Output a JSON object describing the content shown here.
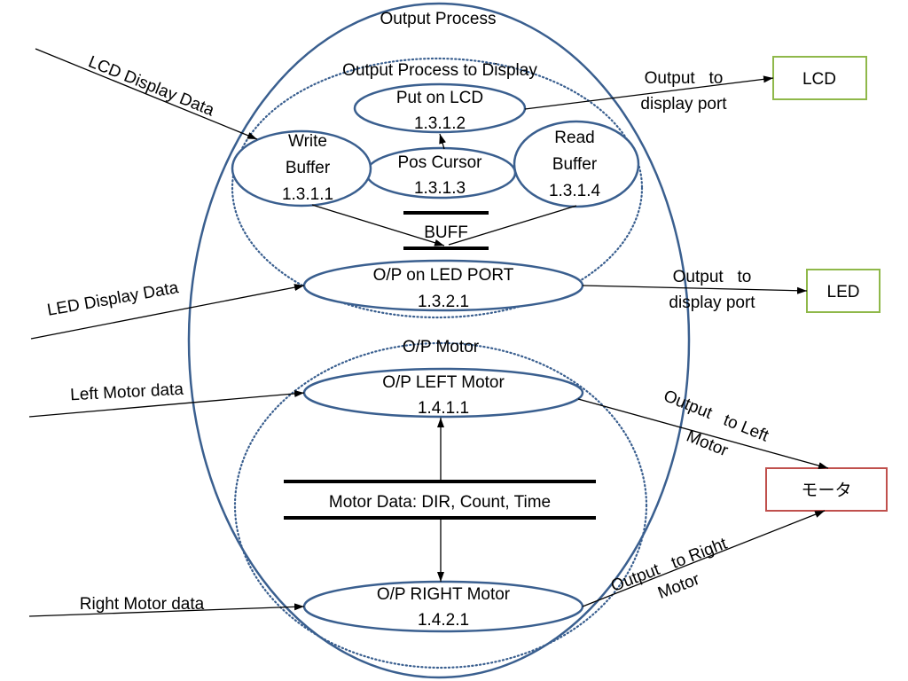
{
  "outer_process": {
    "label": "Output Process"
  },
  "groups": {
    "display": {
      "label": "Output Process to Display"
    },
    "motor": {
      "label": "O/P Motor"
    }
  },
  "processes": {
    "put_on_lcd": {
      "name": "Put on LCD",
      "number": "1.3.1.2"
    },
    "write_buffer": {
      "name": [
        "Write",
        "Buffer"
      ],
      "number": "1.3.1.1"
    },
    "pos_cursor": {
      "name": "Pos Cursor",
      "number": "1.3.1.3"
    },
    "read_buffer": {
      "name": [
        "Read",
        "Buffer"
      ],
      "number": "1.3.1.4"
    },
    "led_port": {
      "name": "O/P on LED PORT",
      "number": "1.3.2.1"
    },
    "left_motor": {
      "name": "O/P LEFT Motor",
      "number": "1.4.1.1"
    },
    "right_motor": {
      "name": "O/P RIGHT Motor",
      "number": "1.4.2.1"
    }
  },
  "data_stores": {
    "buff": {
      "label": "BUFF"
    },
    "motor_data": {
      "label": "Motor Data: DIR, Count, Time"
    }
  },
  "external_entities": {
    "lcd": {
      "label": "LCD"
    },
    "led": {
      "label": "LED"
    },
    "motor": {
      "label": "モータ"
    }
  },
  "data_flows": {
    "lcd_display_data": {
      "label": "LCD Display Data"
    },
    "lcd_output": {
      "label": [
        "Output   to",
        "display port"
      ]
    },
    "led_display_data": {
      "label": "LED Display Data"
    },
    "led_output": {
      "label": [
        "Output   to",
        "display port"
      ]
    },
    "left_motor_data": {
      "label": "Left Motor data"
    },
    "left_motor_output": {
      "label": [
        "Output   to Left",
        "Motor"
      ]
    },
    "right_motor_data": {
      "label": "Right Motor data"
    },
    "right_motor_output": {
      "label": [
        "Output   to Right",
        "Motor"
      ]
    }
  },
  "colors": {
    "process_stroke": "#3a5f8f",
    "external_entity_display": "#8fb84a",
    "external_entity_motor": "#c0504d"
  }
}
